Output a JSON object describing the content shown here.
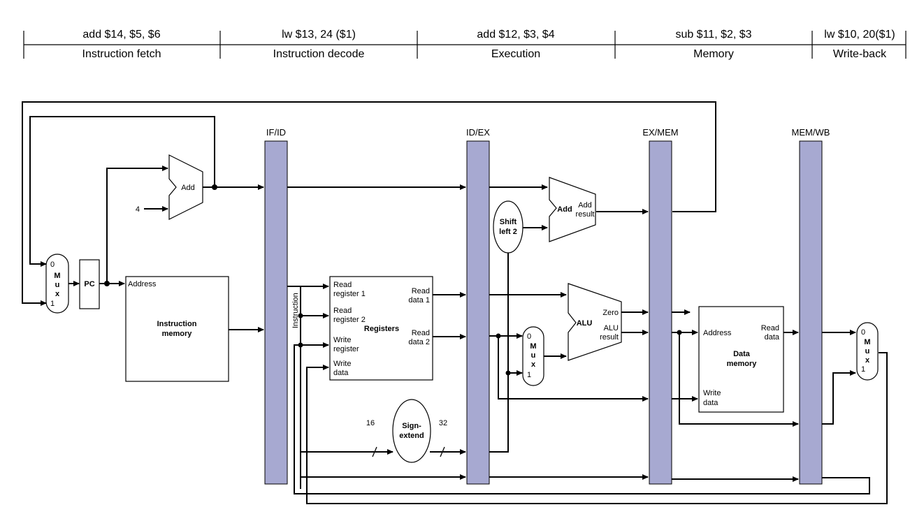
{
  "header": {
    "instructions": [
      "add $14, $5, $6",
      "lw $13, 24 ($1)",
      "add $12, $3, $4",
      "sub $11, $2, $3",
      "lw $10, 20($1)"
    ],
    "stages": [
      "Instruction fetch",
      "Instruction decode",
      "Execution",
      "Memory",
      "Write-back"
    ]
  },
  "pipeline_registers": [
    "IF/ID",
    "ID/EX",
    "EX/MEM",
    "MEM/WB"
  ],
  "units": {
    "pc": "PC",
    "add": "Add",
    "const4": "4",
    "mux_top": "0",
    "mux_mid": "M",
    "mux_mid2": "u",
    "mux_bot2": "x",
    "mux_bot": "1",
    "imem_address": "Address",
    "imem_title1": "Instruction",
    "imem_title2": "memory",
    "instruction_label": "Instruction",
    "reg_read1a": "Read",
    "reg_read1b": "register 1",
    "reg_read2a": "Read",
    "reg_read2b": "register 2",
    "reg_writea": "Write",
    "reg_writeb": "register",
    "reg_wdataa": "Write",
    "reg_wdatab": "data",
    "registers": "Registers",
    "rdata1a": "Read",
    "rdata1b": "data 1",
    "rdata2a": "Read",
    "rdata2b": "data 2",
    "sign1": "Sign-",
    "sign2": "extend",
    "bits16": "16",
    "bits32": "32",
    "shift1": "Shift",
    "shift2": "left 2",
    "add_bold": "Add",
    "add_res1": "Add",
    "add_res2": "result",
    "alu": "ALU",
    "zero": "Zero",
    "alu_res1": "ALU",
    "alu_res2": "result",
    "dmem_address": "Address",
    "dmem_title1": "Data",
    "dmem_title2": "memory",
    "dmem_read1": "Read",
    "dmem_read2": "data",
    "dmem_write1": "Write",
    "dmem_write2": "data"
  },
  "colors": {
    "pipeline_register": "#a7a9d1",
    "wire": "#000000"
  }
}
